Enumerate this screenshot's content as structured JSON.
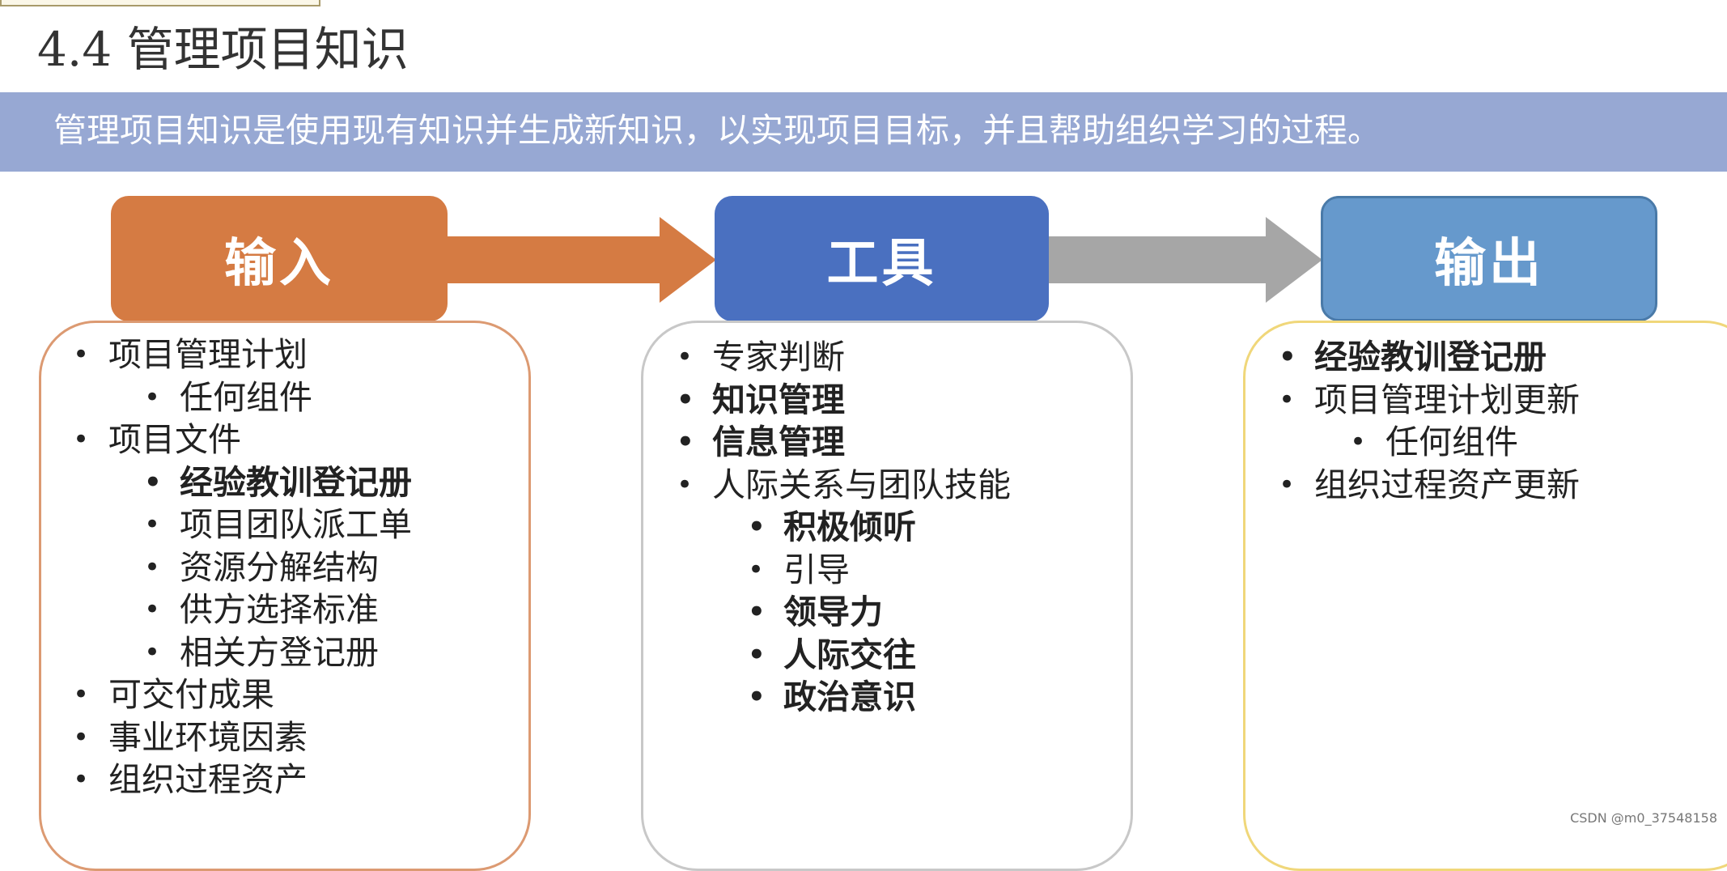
{
  "title": "4.4  管理项目知识",
  "banner": "管理项目知识是使用现有知识并生成新知识，以实现项目目标，并且帮助组织学习的过程。",
  "columns": {
    "input": {
      "label": "输入",
      "color": "#d57b43",
      "items": [
        {
          "text": "项目管理计划",
          "level": 1,
          "bold": false
        },
        {
          "text": "任何组件",
          "level": 2,
          "bold": false
        },
        {
          "text": "项目文件",
          "level": 1,
          "bold": false
        },
        {
          "text": "经验教训登记册",
          "level": 2,
          "bold": true
        },
        {
          "text": "项目团队派工单",
          "level": 2,
          "bold": false
        },
        {
          "text": "资源分解结构",
          "level": 2,
          "bold": false
        },
        {
          "text": "供方选择标准",
          "level": 2,
          "bold": false
        },
        {
          "text": "相关方登记册",
          "level": 2,
          "bold": false
        },
        {
          "text": "可交付成果",
          "level": 1,
          "bold": false
        },
        {
          "text": "事业环境因素",
          "level": 1,
          "bold": false
        },
        {
          "text": "组织过程资产",
          "level": 1,
          "bold": false
        }
      ]
    },
    "tools": {
      "label": "工具",
      "color": "#4a70c0",
      "items": [
        {
          "text": "专家判断",
          "level": 1,
          "bold": false
        },
        {
          "text": "知识管理",
          "level": 1,
          "bold": true
        },
        {
          "text": "信息管理",
          "level": 1,
          "bold": true
        },
        {
          "text": "人际关系与团队技能",
          "level": 1,
          "bold": false
        },
        {
          "text": "积极倾听",
          "level": 2,
          "bold": true
        },
        {
          "text": "引导",
          "level": 2,
          "bold": false
        },
        {
          "text": "领导力",
          "level": 2,
          "bold": true
        },
        {
          "text": "人际交往",
          "level": 2,
          "bold": true
        },
        {
          "text": "政治意识",
          "level": 2,
          "bold": true
        }
      ]
    },
    "output": {
      "label": "输出",
      "color": "#6699cc",
      "items": [
        {
          "text": "经验教训登记册",
          "level": 1,
          "bold": true
        },
        {
          "text": "项目管理计划更新",
          "level": 1,
          "bold": false
        },
        {
          "text": "任何组件",
          "level": 2,
          "bold": false
        },
        {
          "text": "组织过程资产更新",
          "level": 1,
          "bold": false
        }
      ]
    }
  },
  "arrow_colors": {
    "input_to_tools": "#d57b43",
    "tools_to_output": "#a6a6a6"
  },
  "watermark": "CSDN @m0_37548158"
}
